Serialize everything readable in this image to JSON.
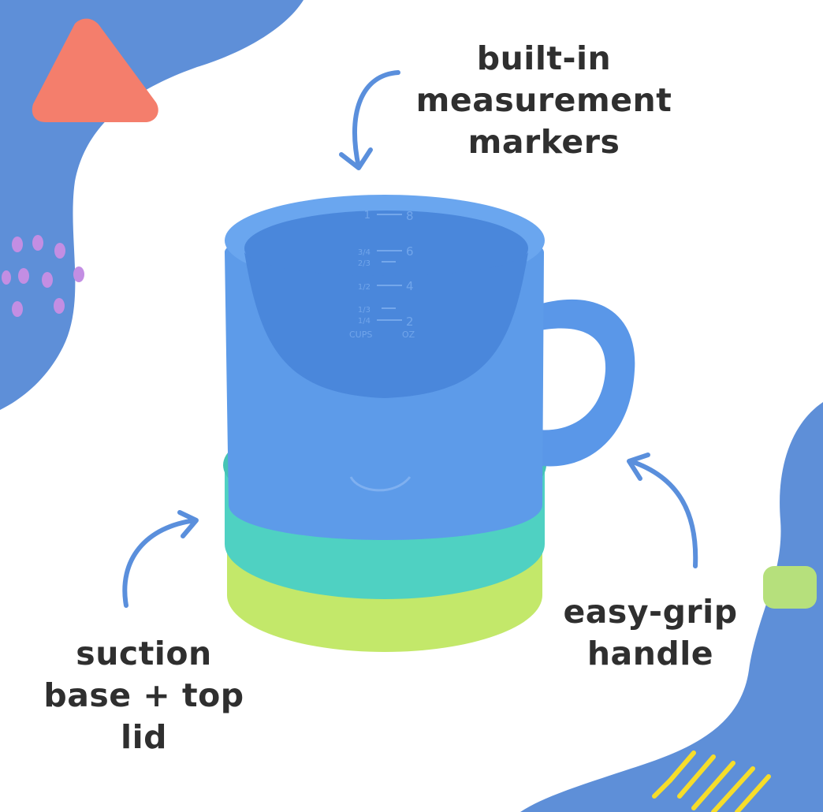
{
  "callouts": {
    "markers": [
      "built-in",
      "measurement",
      "markers"
    ],
    "handle": [
      "easy-grip",
      "handle"
    ],
    "base": [
      "suction",
      "base + top",
      "lid"
    ]
  },
  "cup_markings": {
    "cups": [
      "1",
      "3/4",
      "2/3",
      "1/2",
      "1/3",
      "1/4"
    ],
    "oz": [
      "8",
      "6",
      "4",
      "2"
    ],
    "cups_unit": "CUPS",
    "oz_unit": "OZ"
  },
  "colors": {
    "blob_blue": "#5e8fd8",
    "cup_blue": "#5a97e8",
    "teal_lid": "#4fd1c2",
    "lime_base": "#c3e86a",
    "triangle": "#f47e6c",
    "dots": "#c38ee3",
    "green_square": "#b6e07c",
    "stripes": "#f6dd2a",
    "arrow": "#5a8fdc"
  }
}
